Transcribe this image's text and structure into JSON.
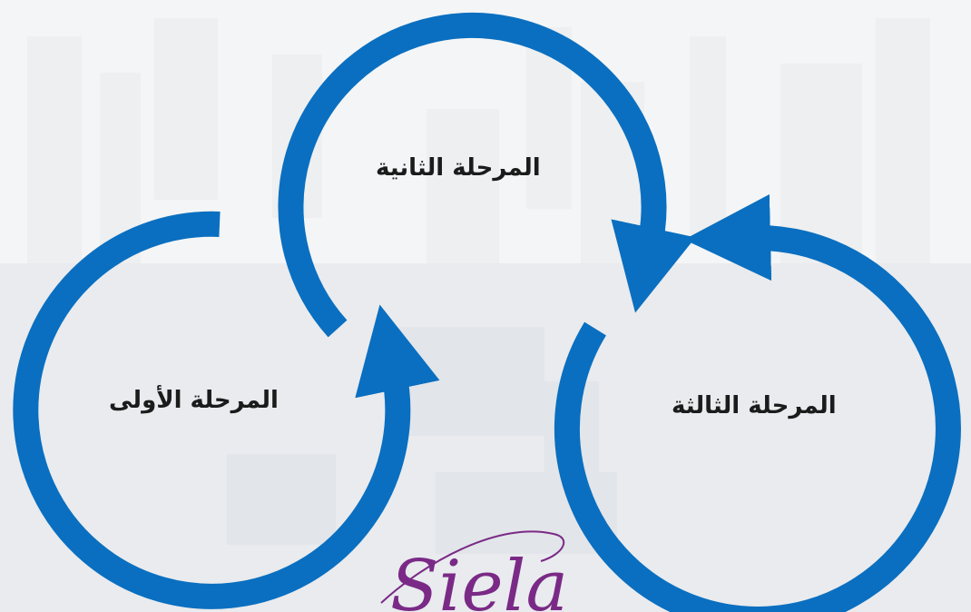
{
  "colors": {
    "arrow": "#0a6fc0",
    "background": "#eef0f2",
    "label_text": "#1b1b1b",
    "logo": "#7a2a86"
  },
  "stages": {
    "first": "المرحلة الأولى",
    "second": "المرحلة الثانية",
    "third": "المرحلة الثالثة"
  },
  "logo": {
    "text": "Siela",
    "icon": "siela-logo-watermark"
  }
}
